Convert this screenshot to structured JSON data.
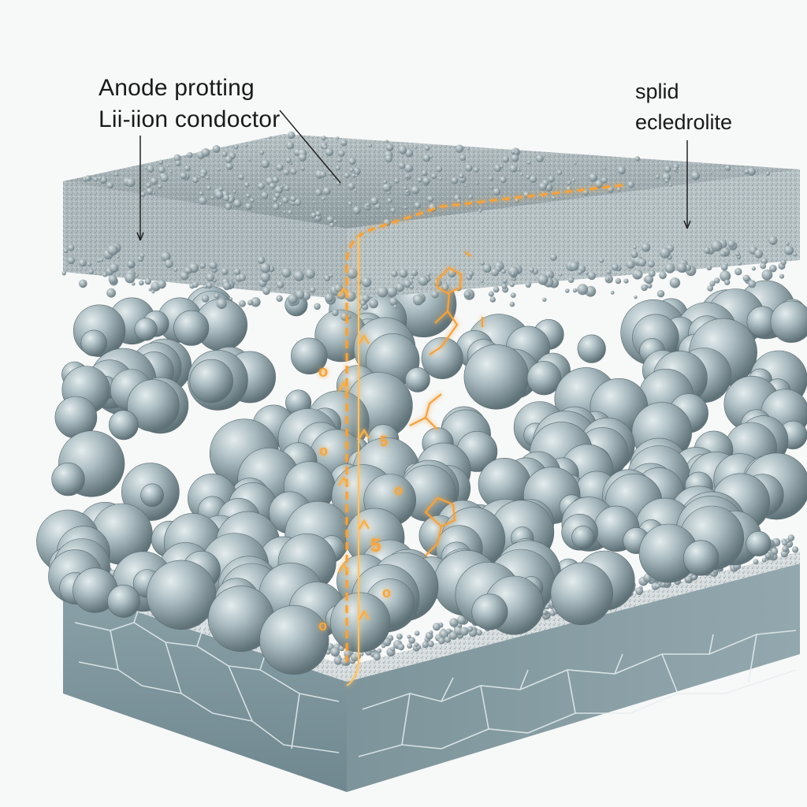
{
  "labels": {
    "left_line_1": "Anode protting",
    "left_line_2": "Lii-iion condoctor",
    "right_line_1": "splid",
    "right_line_2": "ecledrolite"
  },
  "colors": {
    "background": "#f7f8f8",
    "sphere": "#9fb1b6",
    "sphere_dark": "#6d7f86",
    "electrolite_layer": "#a6b2b6",
    "base_plate": "#7f979e",
    "ion_glow": "#f2a640"
  },
  "ion_markers": {
    "digit": "5",
    "ring": "o"
  }
}
